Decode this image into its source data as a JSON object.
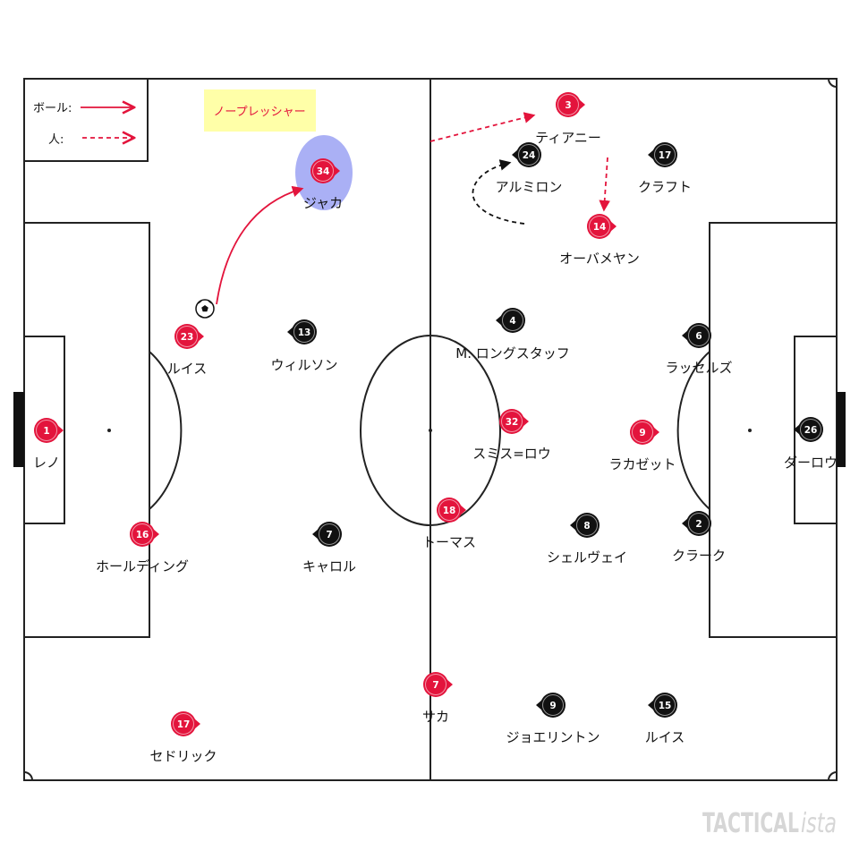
{
  "legend": {
    "ball_label": "ボール:",
    "person_label": "人:"
  },
  "annotation": {
    "text": "ノープレッシャー"
  },
  "teams": {
    "red": {
      "players": [
        {
          "number": "1",
          "name": "レノ"
        },
        {
          "number": "23",
          "name": "ルイス"
        },
        {
          "number": "16",
          "name": "ホールディング"
        },
        {
          "number": "17",
          "name": "セドリック"
        },
        {
          "number": "34",
          "name": "ジャカ"
        },
        {
          "number": "32",
          "name": "スミス=ロウ"
        },
        {
          "number": "18",
          "name": "トーマス"
        },
        {
          "number": "7",
          "name": "サカ"
        },
        {
          "number": "9",
          "name": "ラカゼット"
        },
        {
          "number": "3",
          "name": "ティアニー"
        },
        {
          "number": "14",
          "name": "オーバメヤン"
        }
      ]
    },
    "black": {
      "players": [
        {
          "number": "26",
          "name": "ダーロウ"
        },
        {
          "number": "6",
          "name": "ラッセルズ"
        },
        {
          "number": "2",
          "name": "クラーク"
        },
        {
          "number": "13",
          "name": "ウィルソン"
        },
        {
          "number": "7",
          "name": "キャロル"
        },
        {
          "number": "4",
          "name": "M. ロングスタッフ"
        },
        {
          "number": "8",
          "name": "シェルヴェイ"
        },
        {
          "number": "24",
          "name": "アルミロン"
        },
        {
          "number": "17",
          "name": "クラフト"
        },
        {
          "number": "9",
          "name": "ジョエリントン"
        },
        {
          "number": "15",
          "name": "ルイス"
        }
      ]
    }
  },
  "watermark": {
    "main": "TACTICAL",
    "suffix": "ista"
  },
  "colors": {
    "red_team": "#e3143c",
    "black_team": "#111111",
    "highlight": "#aab0f5",
    "annotation_bg": "#ffffa8"
  }
}
